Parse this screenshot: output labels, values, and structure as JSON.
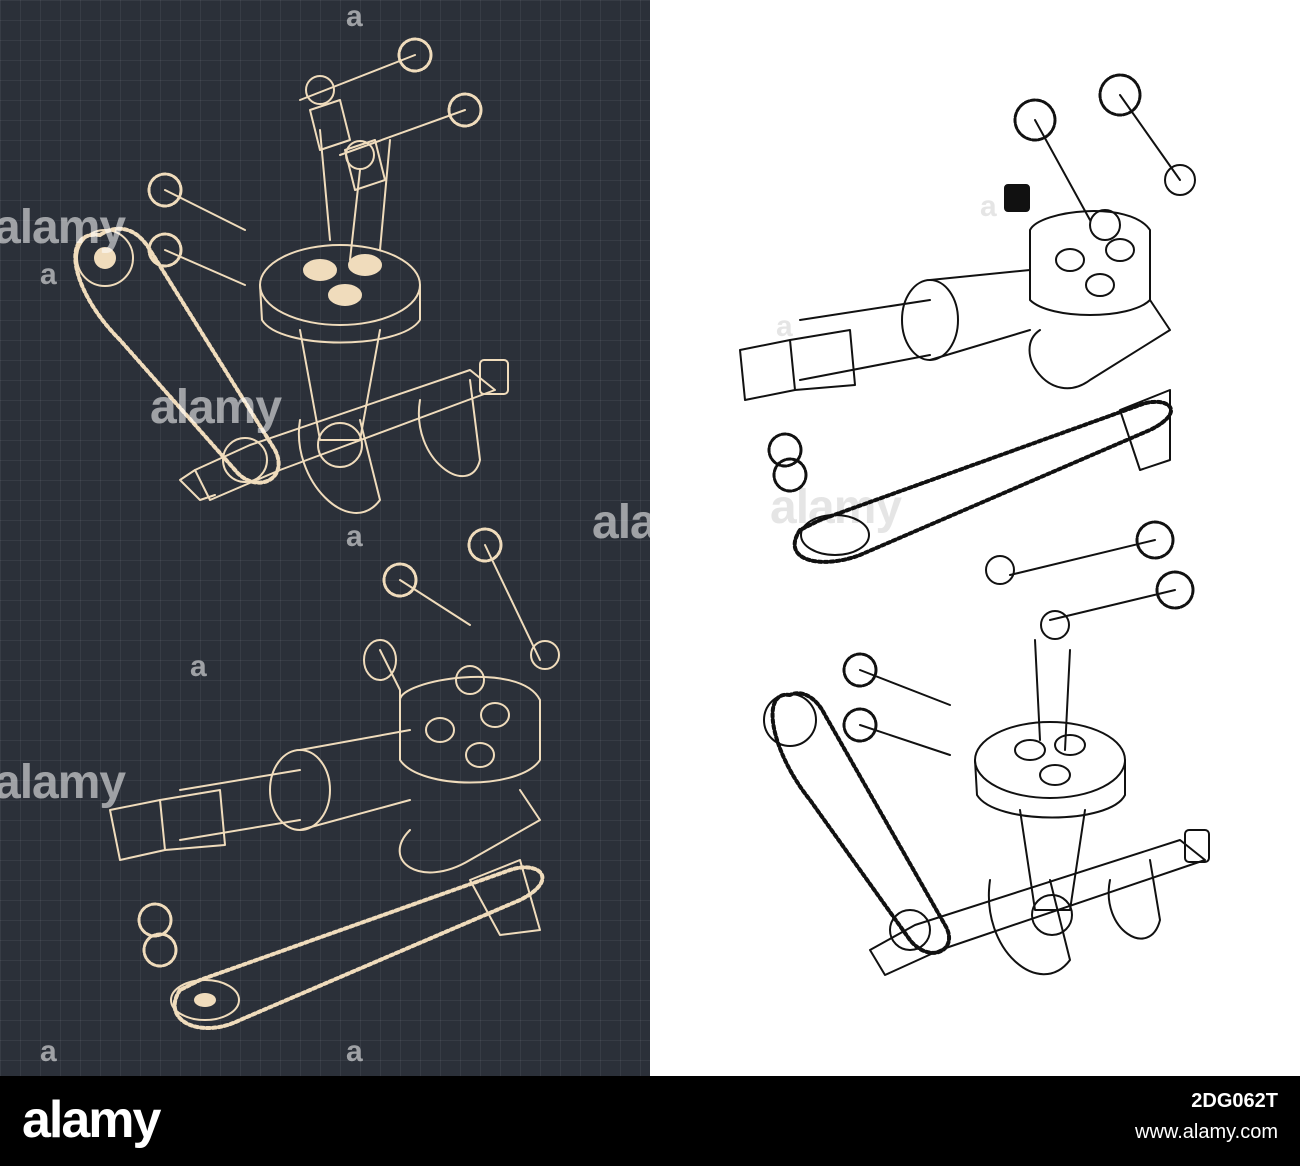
{
  "watermark": {
    "brand_word": "alamy",
    "brand_fragment": "ala",
    "letter": "a"
  },
  "footer": {
    "brand": "alamy",
    "image_id": "2DG062T",
    "site": "www.alamy.com"
  },
  "colors": {
    "dark_panel_bg": "#2b3039",
    "dark_line": "#f0dcbc",
    "light_line": "#111111",
    "footer_bg": "#000000"
  }
}
